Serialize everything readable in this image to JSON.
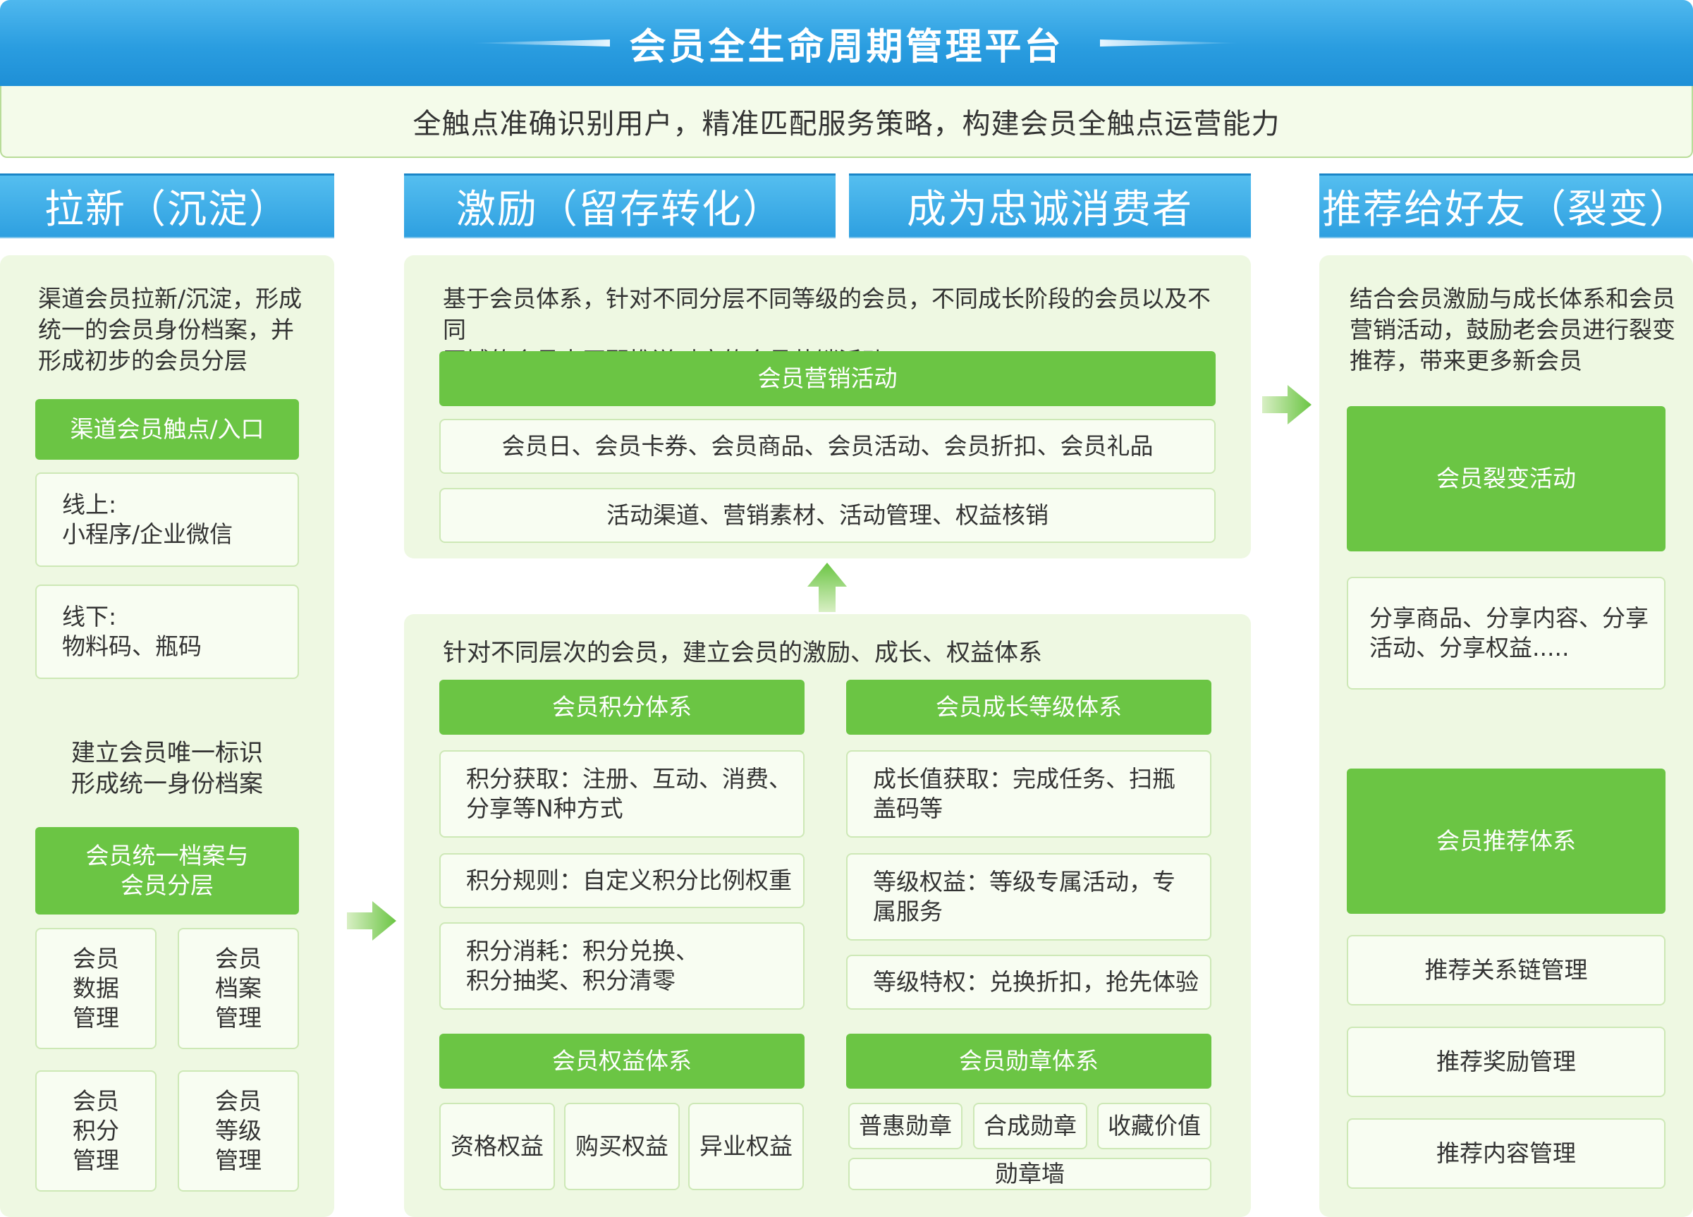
{
  "title": "会员全生命周期管理平台",
  "subtitle": "全触点准确识别用户，精准匹配服务策略，构建会员全触点运营能力",
  "stages": {
    "acquire": "拉新（沉淀）",
    "incent": "激励（留存转化）",
    "loyal": "成为忠诚消费者",
    "refer": "推荐给好友（裂变）"
  },
  "left": {
    "desc_lines": [
      "渠道会员拉新/沉淀，形成",
      "统一的会员身份档案，并",
      "形成初步的会员分层"
    ],
    "touch_title": "渠道会员触点/入口",
    "online_title": "线上:",
    "online_body": "小程序/企业微信",
    "offline_title": "线下:",
    "offline_body": "物料码、瓶码",
    "unique_lines": [
      "建立会员唯一标识",
      "形成统一身份档案"
    ],
    "profile_lines": [
      "会员统一档案与",
      "会员分层"
    ],
    "grid": [
      [
        "会员",
        "数据",
        "管理"
      ],
      [
        "会员",
        "档案",
        "管理"
      ],
      [
        "会员",
        "积分",
        "管理"
      ],
      [
        "会员",
        "等级",
        "管理"
      ]
    ]
  },
  "mid_top": {
    "desc_lines": [
      "基于会员体系，针对不同分层不同等级的会员，不同成长阶段的会员以及不同",
      "区域的会员来匹配推送对应的会员营销活动。"
    ],
    "activity_title": "会员营销活动",
    "row1": "会员日、会员卡券、会员商品、会员活动、会员折扣、会员礼品",
    "row2": "活动渠道、营销素材、活动管理、权益核销"
  },
  "mid_bottom": {
    "desc": "针对不同层次的会员，建立会员的激励、成长、权益体系",
    "points": {
      "title": "会员积分体系",
      "items": [
        [
          "积分获取：注册、互动、消费、",
          "分享等N种方式"
        ],
        [
          "积分规则：自定义积分比例权重"
        ],
        [
          "积分消耗：积分兑换、",
          "积分抽奖、积分清零"
        ]
      ]
    },
    "growth": {
      "title": "会员成长等级体系",
      "items": [
        [
          "成长值获取：完成任务、扫瓶",
          "盖码等"
        ],
        [
          "等级权益：等级专属活动，专",
          "属服务"
        ],
        [
          "等级特权：兑换折扣，抢先体验"
        ]
      ]
    },
    "rights": {
      "title": "会员权益体系",
      "items": [
        "资格权益",
        "购买权益",
        "异业权益"
      ]
    },
    "badge": {
      "title": "会员勋章体系",
      "items": [
        "普惠勋章",
        "合成勋章",
        "收藏价值"
      ],
      "wall": "勋章墙"
    }
  },
  "right": {
    "desc_lines": [
      "结合会员激励与成长体系和会员",
      "营销活动，鼓励老会员进行裂变",
      "推荐，带来更多新会员"
    ],
    "fission_title": "会员裂变活动",
    "share_lines": [
      "分享商品、分享内容、分享",
      "活动、分享权益....."
    ],
    "referral_title": "会员推荐体系",
    "items": [
      "推荐关系链管理",
      "推荐奖励管理",
      "推荐内容管理"
    ]
  },
  "colors": {
    "blue": "#2d9fe0",
    "green": "#6bc544",
    "panel": "#eef8e2",
    "box_border": "#cde8b6"
  }
}
